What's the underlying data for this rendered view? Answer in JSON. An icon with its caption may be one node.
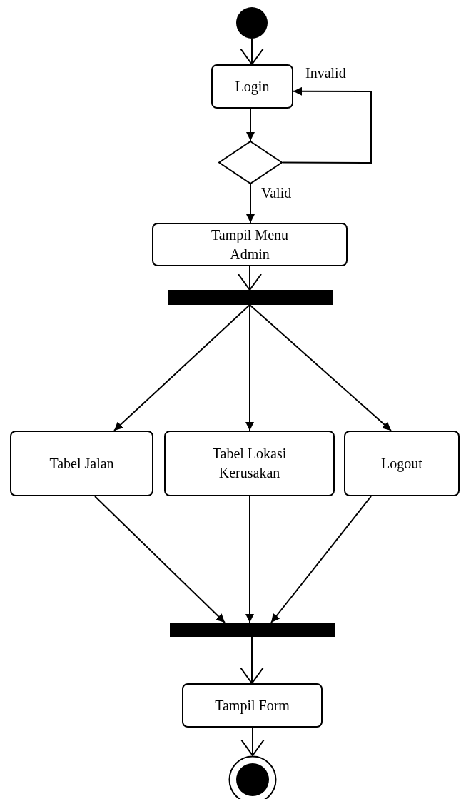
{
  "diagram": {
    "nodes": [
      {
        "text": [],
        "shape": "circle"
      },
      {
        "text": [
          "Login"
        ]
      },
      {
        "text": [],
        "shape": "diamond"
      },
      {
        "text": [
          "Tampil Menu Admin"
        ]
      },
      {
        "text": [],
        "shape": "bar"
      },
      {
        "text": [
          "Tabel Jalan"
        ]
      },
      {
        "text": [
          "Tabel Lokasi Kerusakan"
        ]
      },
      {
        "text": [
          "Logout"
        ]
      },
      {
        "text": [],
        "shape": "bar"
      },
      {
        "text": [
          "Tampil Form"
        ]
      },
      {
        "text": [],
        "shape": "circle"
      }
    ],
    "edges": [
      {
        "from": 0,
        "to": 1,
        "arrow": "to"
      },
      {
        "from": 1,
        "to": 2,
        "arrow": "to"
      },
      {
        "from": 2,
        "to": 1,
        "arrow": "to",
        "label": "Invalid"
      },
      {
        "from": 2,
        "to": 3,
        "arrow": "to",
        "label": "Valid"
      },
      {
        "from": 3,
        "to": 4,
        "arrow": "to"
      },
      {
        "from": 4,
        "to": 5,
        "arrow": "to"
      },
      {
        "from": 4,
        "to": 6,
        "arrow": "to"
      },
      {
        "from": 4,
        "to": 7,
        "arrow": "to"
      },
      {
        "from": 5,
        "to": 8,
        "arrow": "to"
      },
      {
        "from": 6,
        "to": 8,
        "arrow": "to"
      },
      {
        "from": 7,
        "to": 8,
        "arrow": "to"
      },
      {
        "from": 8,
        "to": 9,
        "arrow": "to"
      },
      {
        "from": 9,
        "to": 10,
        "arrow": "to"
      }
    ]
  }
}
